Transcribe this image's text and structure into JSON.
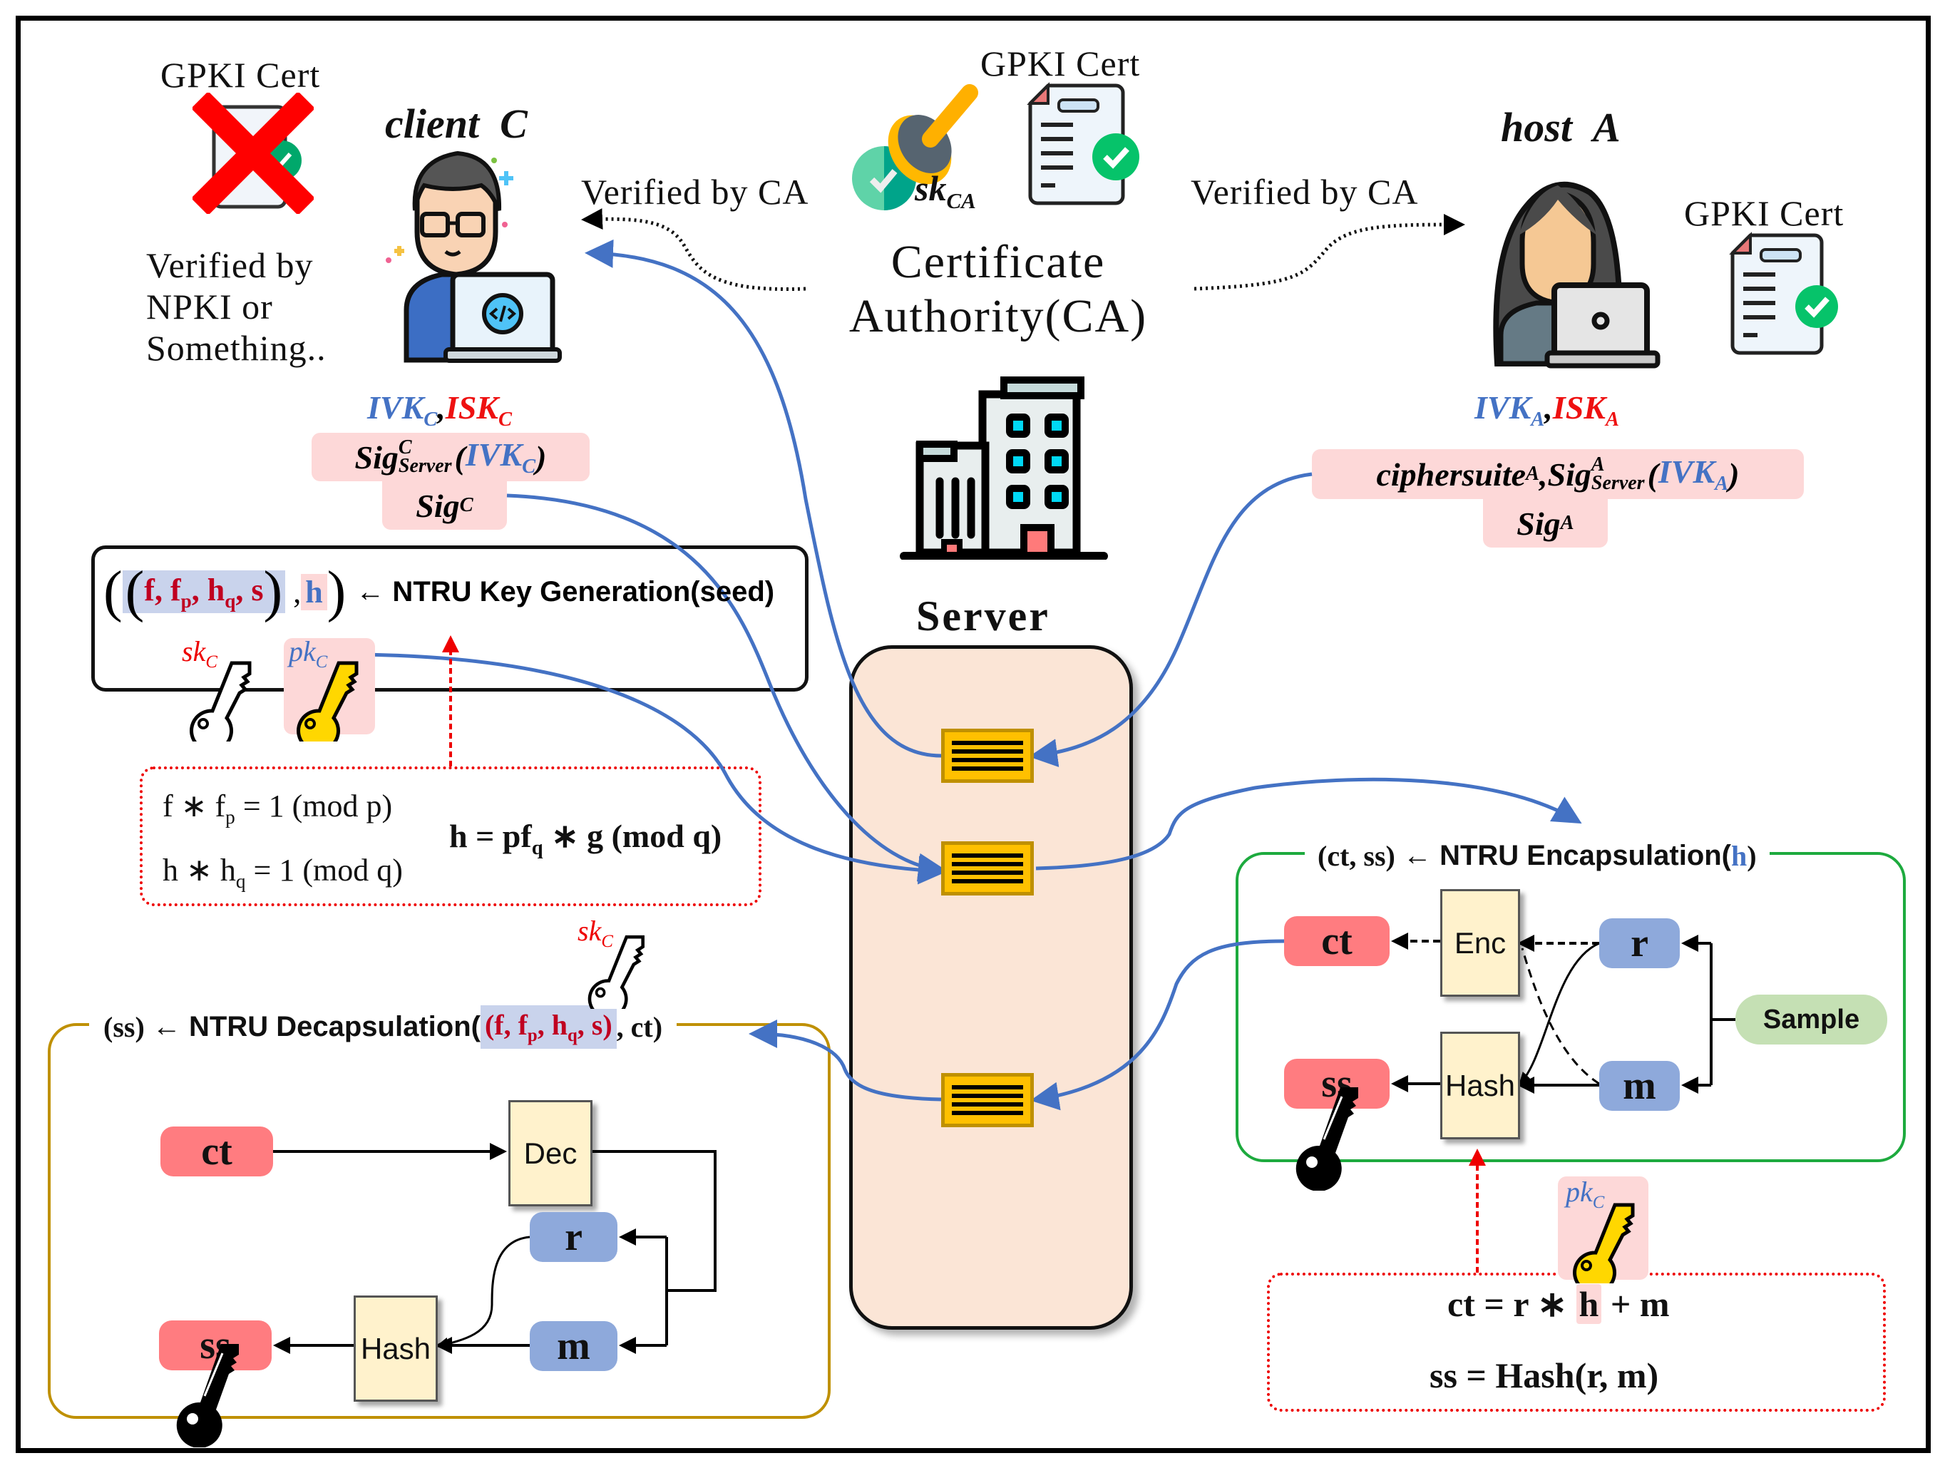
{
  "ca": {
    "title_line1": "Certificate",
    "title_line2": "Authority(CA)",
    "cert_label": "GPKI Cert",
    "sk_label": "sk",
    "sk_sub": "CA",
    "verified_left": "Verified by CA",
    "verified_right": "Verified by CA"
  },
  "client": {
    "name": "client",
    "letter": "C",
    "cert_label": "GPKI Cert",
    "cert_status": "rejected",
    "note_line1": "Verified by",
    "note_line2": "NPKI or",
    "note_line3": "Something..",
    "ivk": "IVK",
    "isk": "ISK",
    "sub": "C",
    "sig_server": "Sig",
    "sig_server_sup": "C",
    "sig_server_sub": "Server",
    "sig_own": "Sig",
    "sig_own_sub": "C"
  },
  "host": {
    "name": "host",
    "letter": "A",
    "cert_label": "GPKI Cert",
    "ivk": "IVK",
    "isk": "ISK",
    "sub": "A",
    "ciphersuite": "ciphersuite",
    "sig_server": "Sig",
    "sig_server_sup": "A",
    "sig_server_sub": "Server",
    "sig_own": "Sig",
    "sig_own_sub": "A"
  },
  "server": {
    "label": "Server",
    "messages": 3
  },
  "keygen": {
    "secret_tuple": [
      "f",
      "f",
      "h",
      "s"
    ],
    "secret_subs": [
      "",
      "p",
      "q",
      ""
    ],
    "public": "h",
    "op": "← NTRU Key Generation(seed)",
    "sk_label": "sk",
    "pk_label": "pk",
    "key_sub": "C",
    "eq1": "f ∗ f",
    "eq1_sub": "p",
    "eq1_rest": " = 1  (mod p)",
    "eq2": "h ∗ h",
    "eq2_sub": "q",
    "eq2_rest": " = 1  (mod q)",
    "eq3": "h = pf",
    "eq3_sub": "q",
    "eq3_rest": " ∗ g  (mod q)"
  },
  "encap": {
    "title_pre": "(ct, ss)",
    "title_op": "← NTRU Encapsulation(",
    "title_arg": "h",
    "title_post": ")",
    "nodes": {
      "ct": "ct",
      "ss": "ss",
      "r": "r",
      "m": "m",
      "sample": "Sample"
    },
    "procs": {
      "enc": "Enc",
      "hash": "Hash"
    },
    "pk_label": "pk",
    "pk_sub": "C",
    "eq1_pre": "ct = r ∗ ",
    "eq1_h": "h",
    "eq1_post": " + m",
    "eq2": "ss = Hash(r, m)"
  },
  "decap": {
    "title_pre": "(ss)",
    "title_op": "← NTRU Decapsulation(",
    "title_arg": "(f, f",
    "title_arg_sub": "p",
    "title_arg2": ", h",
    "title_arg2_sub": "q",
    "title_arg3": ", s)",
    "title_post": ", ct)",
    "sk_label": "sk",
    "sk_sub": "C",
    "nodes": {
      "ct": "ct",
      "ss": "ss",
      "r": "r",
      "m": "m"
    },
    "procs": {
      "dec": "Dec",
      "hash": "Hash"
    }
  },
  "colors": {
    "link": "#4472C4",
    "red_node": "#FF7C80",
    "blue_node": "#8EA9DB",
    "sample_node": "#C5E0B4",
    "proc": "#FFF2CC",
    "server_bg": "#FBE5D6",
    "msg": "#FFC000",
    "encap_border": "#1DAA3E",
    "decap_border": "#BF9000"
  }
}
